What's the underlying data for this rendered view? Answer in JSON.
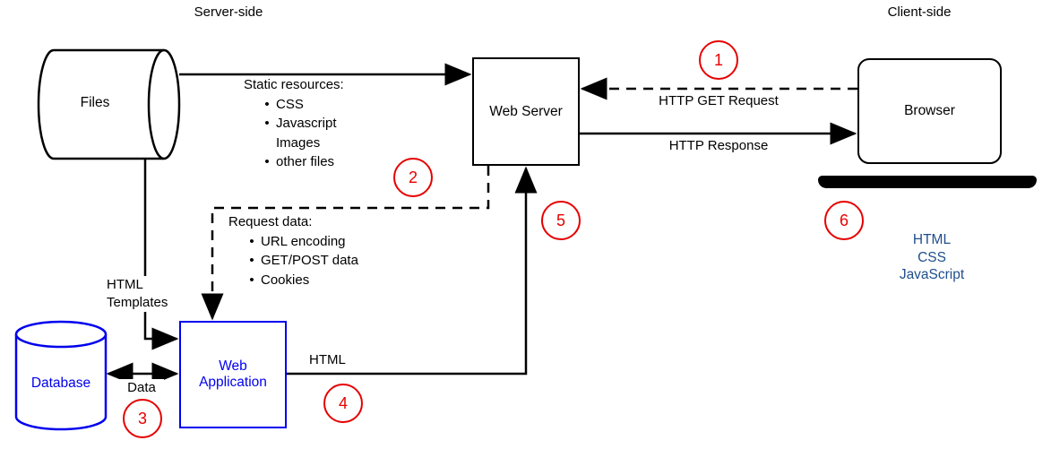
{
  "titles": {
    "server_side": "Server-side",
    "client_side": "Client-side"
  },
  "nodes": {
    "files": {
      "label": "Files"
    },
    "web_server": {
      "label": "Web Server"
    },
    "browser": {
      "label": "Browser"
    },
    "database": {
      "label": "Database"
    },
    "web_application": {
      "label": "Web Application"
    }
  },
  "annotations": {
    "static_resources": {
      "title": "Static resources:",
      "items": [
        {
          "bullet": "•",
          "text": "CSS"
        },
        {
          "bullet": "•",
          "text": "Javascript"
        },
        {
          "bullet": "",
          "text": "Images"
        },
        {
          "bullet": "•",
          "text": "other files"
        }
      ]
    },
    "request_data": {
      "title": "Request data:",
      "items": [
        {
          "bullet": "•",
          "text": "URL encoding"
        },
        {
          "bullet": "•",
          "text": "GET/POST data"
        },
        {
          "bullet": "•",
          "text": "Cookies"
        }
      ]
    },
    "client_tech": {
      "lines": [
        "HTML",
        "CSS",
        "JavaScript"
      ]
    }
  },
  "edge_labels": {
    "http_get_request": "HTTP GET Request",
    "http_response": "HTTP Response",
    "html_templates": "HTML Templates",
    "data": "Data",
    "html": "HTML"
  },
  "steps": [
    "1",
    "2",
    "3",
    "4",
    "5",
    "6"
  ],
  "colors": {
    "shape_blue": "#0000EE",
    "marker_red": "#E60000",
    "tech_text_blue": "#1F4E8C",
    "line_black": "#000000"
  }
}
